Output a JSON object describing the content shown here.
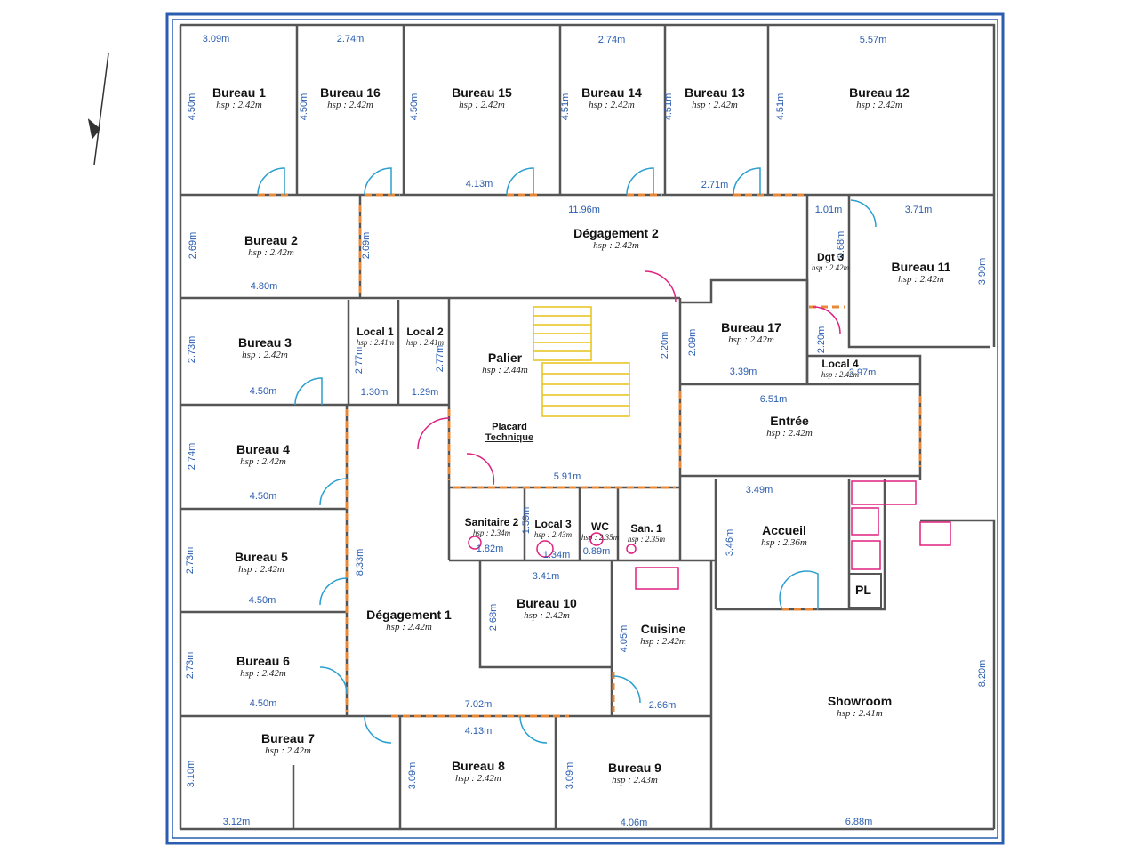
{
  "rooms": [
    {
      "name": "Bureau 1",
      "hsp": "hsp : 2.42m"
    },
    {
      "name": "Bureau 16",
      "hsp": "hsp : 2.42m"
    },
    {
      "name": "Bureau 15",
      "hsp": "hsp : 2.42m"
    },
    {
      "name": "Bureau 14",
      "hsp": "hsp : 2.42m"
    },
    {
      "name": "Bureau 13",
      "hsp": "hsp : 2.42m"
    },
    {
      "name": "Bureau 12",
      "hsp": "hsp : 2.42m"
    },
    {
      "name": "Bureau 2",
      "hsp": "hsp : 2.42m"
    },
    {
      "name": "Dégagement 2",
      "hsp": "hsp : 2.42m"
    },
    {
      "name": "Dgt 3",
      "hsp": "hsp : 2.42m"
    },
    {
      "name": "Bureau 11",
      "hsp": "hsp : 2.42m"
    },
    {
      "name": "Bureau 3",
      "hsp": "hsp : 2.42m"
    },
    {
      "name": "Local 1",
      "hsp": "hsp : 2.41m"
    },
    {
      "name": "Local 2",
      "hsp": "hsp : 2.41m"
    },
    {
      "name": "Palier",
      "hsp": "hsp : 2.44m"
    },
    {
      "name": "Placard",
      "hsp": "Technique"
    },
    {
      "name": "Bureau 17",
      "hsp": "hsp : 2.42m"
    },
    {
      "name": "Local 4",
      "hsp": "hsp : 2.42m"
    },
    {
      "name": "Entrée",
      "hsp": "hsp : 2.42m"
    },
    {
      "name": "Bureau 4",
      "hsp": "hsp : 2.42m"
    },
    {
      "name": "Sanitaire 2",
      "hsp": "hsp : 2.34m"
    },
    {
      "name": "Local 3",
      "hsp": "hsp : 2.43m"
    },
    {
      "name": "WC",
      "hsp": "hsp : 2.35m"
    },
    {
      "name": "San. 1",
      "hsp": "hsp : 2.35m"
    },
    {
      "name": "Accueil",
      "hsp": "hsp : 2.36m"
    },
    {
      "name": "PL",
      "hsp": ""
    },
    {
      "name": "Bureau 5",
      "hsp": "hsp : 2.42m"
    },
    {
      "name": "Bureau 10",
      "hsp": "hsp : 2.42m"
    },
    {
      "name": "Dégagement 1",
      "hsp": "hsp : 2.42m"
    },
    {
      "name": "Cuisine",
      "hsp": "hsp : 2.42m"
    },
    {
      "name": "Bureau 6",
      "hsp": "hsp : 2.42m"
    },
    {
      "name": "Showroom",
      "hsp": "hsp : 2.41m"
    },
    {
      "name": "Bureau 7",
      "hsp": "hsp : 2.42m"
    },
    {
      "name": "Bureau 8",
      "hsp": "hsp : 2.42m"
    },
    {
      "name": "Bureau 9",
      "hsp": "hsp : 2.43m"
    }
  ],
  "dimensions": [
    "3.09m",
    "2.74m",
    "2.74m",
    "5.57m",
    "4.50m",
    "4.50m",
    "4.50m",
    "4.51m",
    "4.51m",
    "4.51m",
    "4.13m",
    "2.71m",
    "11.96m",
    "1.01m",
    "3.71m",
    "2.69m",
    "2.69m",
    "4.80m",
    "2.68m",
    "3.90m",
    "2.73m",
    "2.77m",
    "2.77m",
    "2.20m",
    "2.09m",
    "3.39m",
    "2.20m",
    "2.97m",
    "4.50m",
    "1.30m",
    "1.29m",
    "6.51m",
    "2.74m",
    "4.50m",
    "5.91m",
    "3.49m",
    "3.41m",
    "2.73m",
    "8.33m",
    "3.46m",
    "4.50m",
    "2.68m",
    "4.05m",
    "2.73m",
    "8.20m",
    "4.50m",
    "7.02m",
    "2.66m",
    "4.13m",
    "3.10m",
    "3.09m",
    "3.09m",
    "3.12m",
    "4.06m",
    "6.88m",
    "1.82m",
    "1.34m",
    "0.89m",
    "1.59m"
  ],
  "colors": {
    "wall": "#555555",
    "outer": "#2a5db0",
    "door_swing": "#2a9fd0",
    "sanitary": "#e0207f",
    "opening": "#e8893a",
    "stairs": "#e6c21a",
    "dimension": "#2a5db0"
  },
  "icons": {
    "north_arrow": "north-arrow-icon"
  }
}
